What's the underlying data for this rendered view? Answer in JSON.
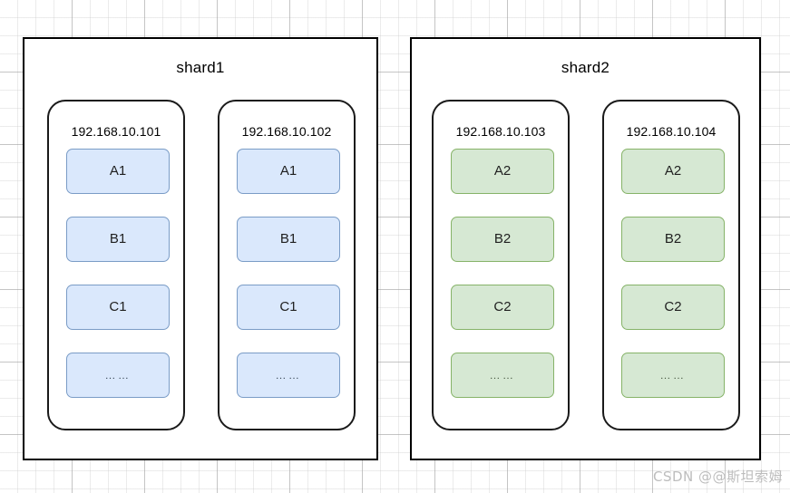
{
  "canvas": {
    "background_color": "#ffffff",
    "grid_minor_color": "#bebebe",
    "grid_major_color": "#969696"
  },
  "watermark": {
    "text": "CSDN @@斯坦索姆"
  },
  "palette": {
    "blue_fill": "#dae8fc",
    "blue_border": "#7a9cc6",
    "green_fill": "#d6e8d3",
    "green_border": "#86b368",
    "container_border": "#000000",
    "host_border": "#1a1a1a"
  },
  "shards": [
    {
      "title": "shard1",
      "color_scheme": "blue",
      "hosts": [
        {
          "ip": "192.168.10.101",
          "boxes": [
            {
              "label": "A1"
            },
            {
              "label": "B1"
            },
            {
              "label": "C1"
            },
            {
              "label": "……"
            }
          ]
        },
        {
          "ip": "192.168.10.102",
          "boxes": [
            {
              "label": "A1"
            },
            {
              "label": "B1"
            },
            {
              "label": "C1"
            },
            {
              "label": "……"
            }
          ]
        }
      ]
    },
    {
      "title": "shard2",
      "color_scheme": "green",
      "hosts": [
        {
          "ip": "192.168.10.103",
          "boxes": [
            {
              "label": "A2"
            },
            {
              "label": "B2"
            },
            {
              "label": "C2"
            },
            {
              "label": "……"
            }
          ]
        },
        {
          "ip": "192.168.10.104",
          "boxes": [
            {
              "label": "A2"
            },
            {
              "label": "B2"
            },
            {
              "label": "C2"
            },
            {
              "label": "……"
            }
          ]
        }
      ]
    }
  ]
}
